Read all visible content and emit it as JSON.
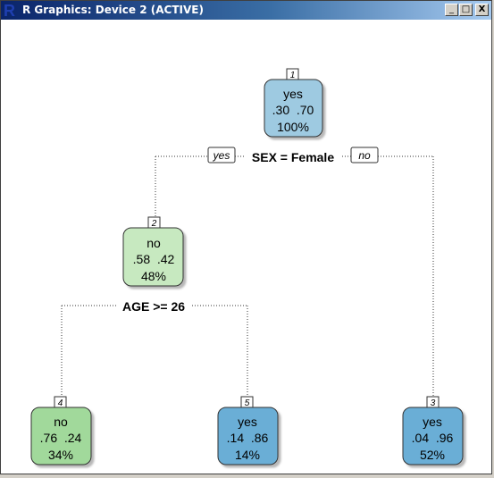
{
  "window": {
    "title": "R Graphics: Device 2 (ACTIVE)",
    "app_icon": "R-logo-icon",
    "buttons": {
      "minimize": "_",
      "maximize": "□",
      "close": "X"
    }
  },
  "tree": {
    "nodes": {
      "n1": {
        "id": "1",
        "class": "yes",
        "probs": ".30  .70",
        "pct": "100%",
        "fill": "#9ecae1"
      },
      "n2": {
        "id": "2",
        "class": "no",
        "probs": ".58  .42",
        "pct": "48%",
        "fill": "#c7e9c0"
      },
      "n3": {
        "id": "3",
        "class": "yes",
        "probs": ".04  .96",
        "pct": "52%",
        "fill": "#6baed6"
      },
      "n4": {
        "id": "4",
        "class": "no",
        "probs": ".76  .24",
        "pct": "34%",
        "fill": "#a1d99b"
      },
      "n5": {
        "id": "5",
        "class": "yes",
        "probs": ".14  .86",
        "pct": "14%",
        "fill": "#6baed6"
      }
    },
    "splits": {
      "s1": "SEX = Female",
      "s2": "AGE >= 26"
    },
    "branch_labels": {
      "yes": "yes",
      "no": "no"
    }
  }
}
